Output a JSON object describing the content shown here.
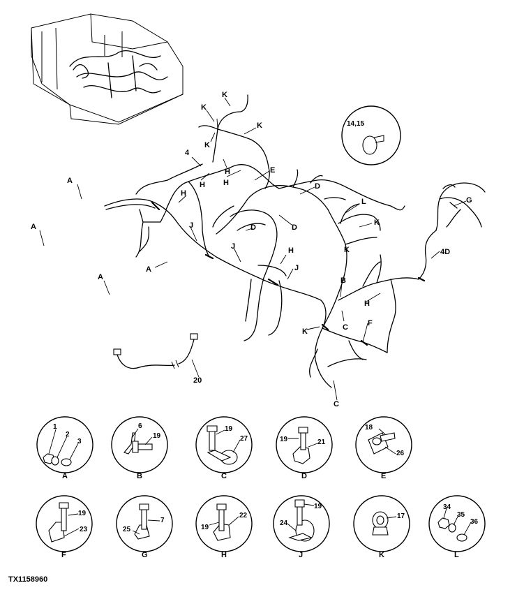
{
  "figure_id": "TX1158960",
  "callouts": {
    "wire_20": "20",
    "wire_4": "4",
    "wire_4d": "4D",
    "clamp_14_15": "14,15"
  },
  "detail_circles": [
    {
      "letter": "A",
      "parts": [
        "1",
        "2",
        "3"
      ]
    },
    {
      "letter": "B",
      "parts": [
        "6",
        "19"
      ]
    },
    {
      "letter": "C",
      "parts": [
        "19",
        "27"
      ]
    },
    {
      "letter": "D",
      "parts": [
        "19",
        "21"
      ]
    },
    {
      "letter": "E",
      "parts": [
        "18",
        "26"
      ]
    },
    {
      "letter": "F",
      "parts": [
        "19",
        "23"
      ]
    },
    {
      "letter": "G",
      "parts": [
        "25",
        "7"
      ]
    },
    {
      "letter": "H",
      "parts": [
        "19",
        "22"
      ]
    },
    {
      "letter": "J",
      "parts": [
        "24",
        "19"
      ]
    },
    {
      "letter": "K",
      "parts": [
        "17"
      ]
    },
    {
      "letter": "L",
      "parts": [
        "34",
        "35",
        "36"
      ]
    }
  ],
  "icons": [
    "machine-outline-icon",
    "wiring-harness-icon",
    "hose-clamp-icon"
  ]
}
